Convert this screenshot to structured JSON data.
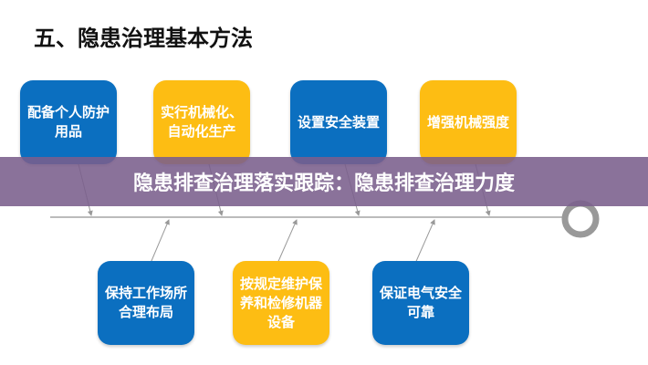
{
  "title": "五、隐患治理基本方法",
  "top_boxes": [
    {
      "text": "配备个人防护用品",
      "color": "#0b6fc0"
    },
    {
      "text": "实行机械化、自动化生产",
      "color": "#fdbd13"
    },
    {
      "text": "设置安全装置",
      "color": "#0b6fc0"
    },
    {
      "text": "增强机械强度",
      "color": "#fdbd13"
    }
  ],
  "bottom_boxes": [
    {
      "text": "保持工作场所合理布局",
      "color": "#0b6fc0"
    },
    {
      "text": "按规定维护保养和检修机器设备",
      "color": "#fdbd13"
    },
    {
      "text": "保证电气安全可靠",
      "color": "#0b6fc0"
    }
  ],
  "banner": "隐患排查治理落实跟踪：隐患排查治理力度"
}
